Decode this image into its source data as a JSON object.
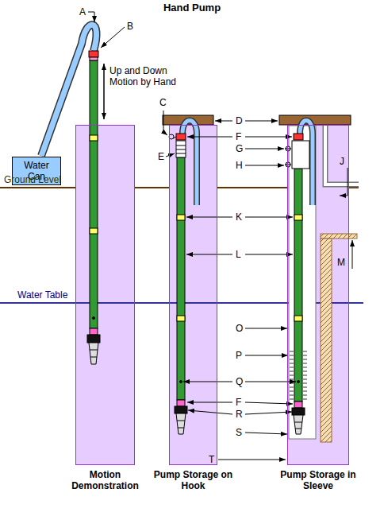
{
  "diagram": {
    "title": "Hand Pump",
    "nodes": [
      {
        "text": [
          "Water Can"
        ]
      },
      {
        "text": [
          "Motion Demonstration"
        ]
      },
      {
        "text": [
          "Pump Storage on Hook"
        ]
      },
      {
        "text": [
          "Pump Storage in Sleeve"
        ]
      }
    ],
    "labels": [
      "A",
      "B",
      "Up and Down Motion by Hand",
      "C",
      "D",
      "F",
      "E",
      "G",
      "H",
      "J",
      "K",
      "L",
      "M",
      "O",
      "P",
      "Q",
      "F",
      "R",
      "S",
      "T",
      "Ground Level",
      "Water Table"
    ]
  }
}
